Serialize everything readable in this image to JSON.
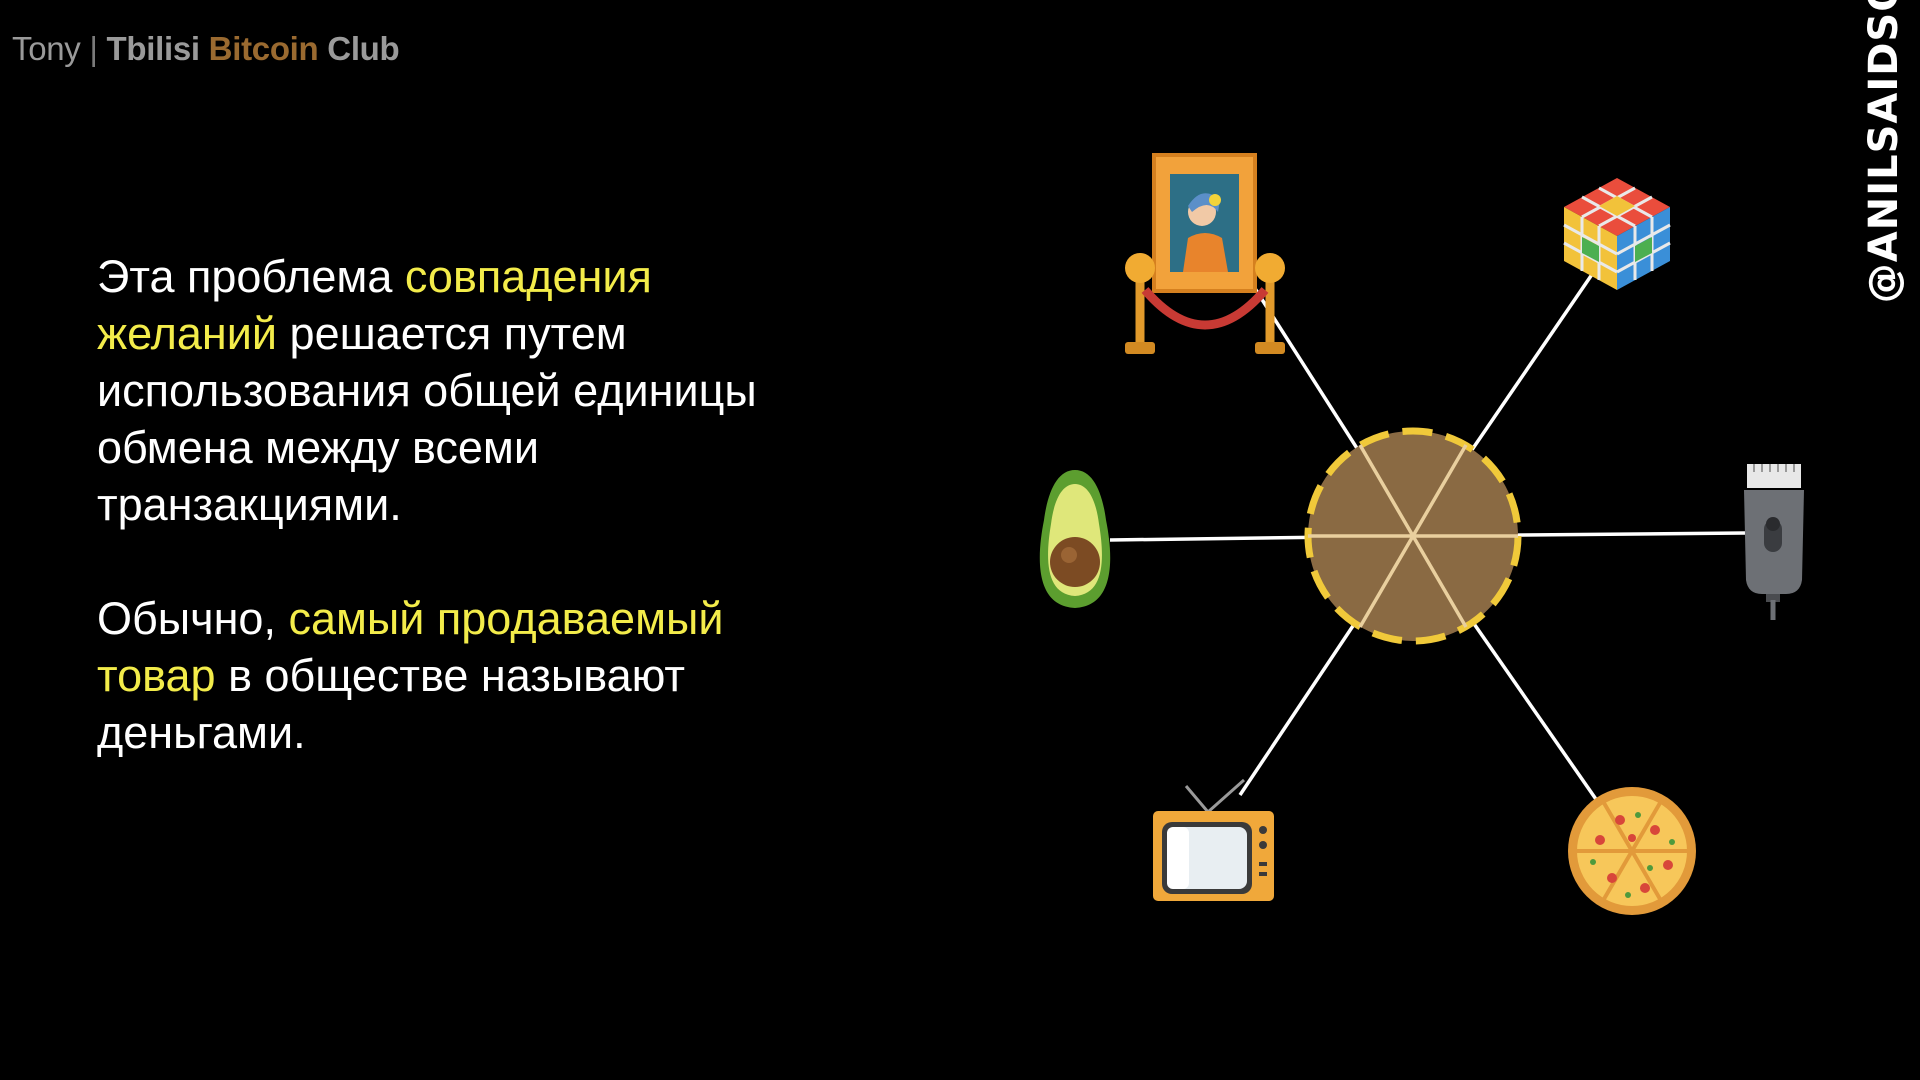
{
  "header": {
    "name": "Tony",
    "separator": "|",
    "brand_word1": "Tbilisi",
    "brand_word2": "Bitcoin",
    "brand_word3": "Club"
  },
  "handle": "@ANILSAIDSO",
  "paragraph1": {
    "part1": "Эта проблема ",
    "highlight1": "совпадения желаний",
    "part2": " решается путем использования общей единицы обмена между всеми транзакциями."
  },
  "paragraph2": {
    "part1": "Обычно, ",
    "highlight1": "самый продаваемый товар",
    "part2": " в обществе называют деньгами."
  },
  "diagram": {
    "hub_color": "#8a6a43",
    "hub_border_color": "#f0c93a",
    "items": [
      "painting-icon",
      "rubiks-cube-icon",
      "avocado-icon",
      "hair-clipper-icon",
      "tv-icon",
      "pizza-icon"
    ]
  },
  "colors": {
    "highlight": "#f3ec4a",
    "bitcoin_brand": "#9a6a30",
    "header_gray": "#9a9a9a"
  }
}
